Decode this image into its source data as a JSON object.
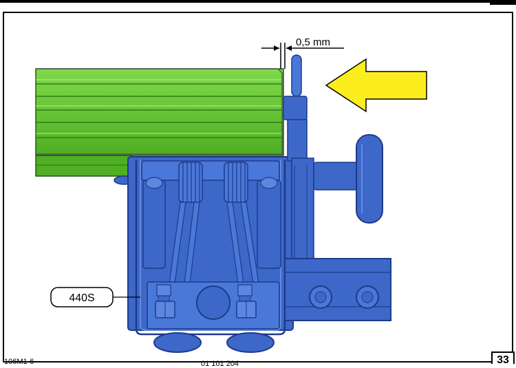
{
  "diagram": {
    "dimension_label": "0,5 mm",
    "part_label": "440S"
  },
  "footer": {
    "left_code": "106M1-6",
    "center_code": "01 101 204",
    "page_number": "33"
  },
  "colors": {
    "green_body": "#5fc12b",
    "green_light": "#8ee05a",
    "green_dark": "#2f7d18",
    "blue_metal": "#3d68c9",
    "blue_dark": "#1d3a8a",
    "yellow_arrow": "#fcee1e"
  }
}
